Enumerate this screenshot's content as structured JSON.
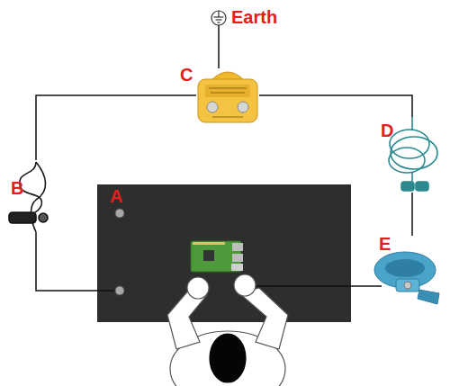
{
  "diagram": {
    "nodes": [
      {
        "text": [
          "Earth"
        ]
      },
      {
        "text": [
          "C"
        ]
      },
      {
        "text": [
          "D"
        ]
      },
      {
        "text": [
          "B"
        ]
      },
      {
        "text": [
          "A"
        ]
      },
      {
        "text": [
          "E"
        ]
      }
    ],
    "edges": [
      {
        "from": 0,
        "to": 1,
        "arrow": "none"
      },
      {
        "from": 1,
        "to": 3,
        "arrow": "none"
      },
      {
        "from": 3,
        "to": 4,
        "arrow": "none"
      },
      {
        "from": 1,
        "to": 2,
        "arrow": "none"
      },
      {
        "from": 2,
        "to": 5,
        "arrow": "none"
      }
    ]
  }
}
